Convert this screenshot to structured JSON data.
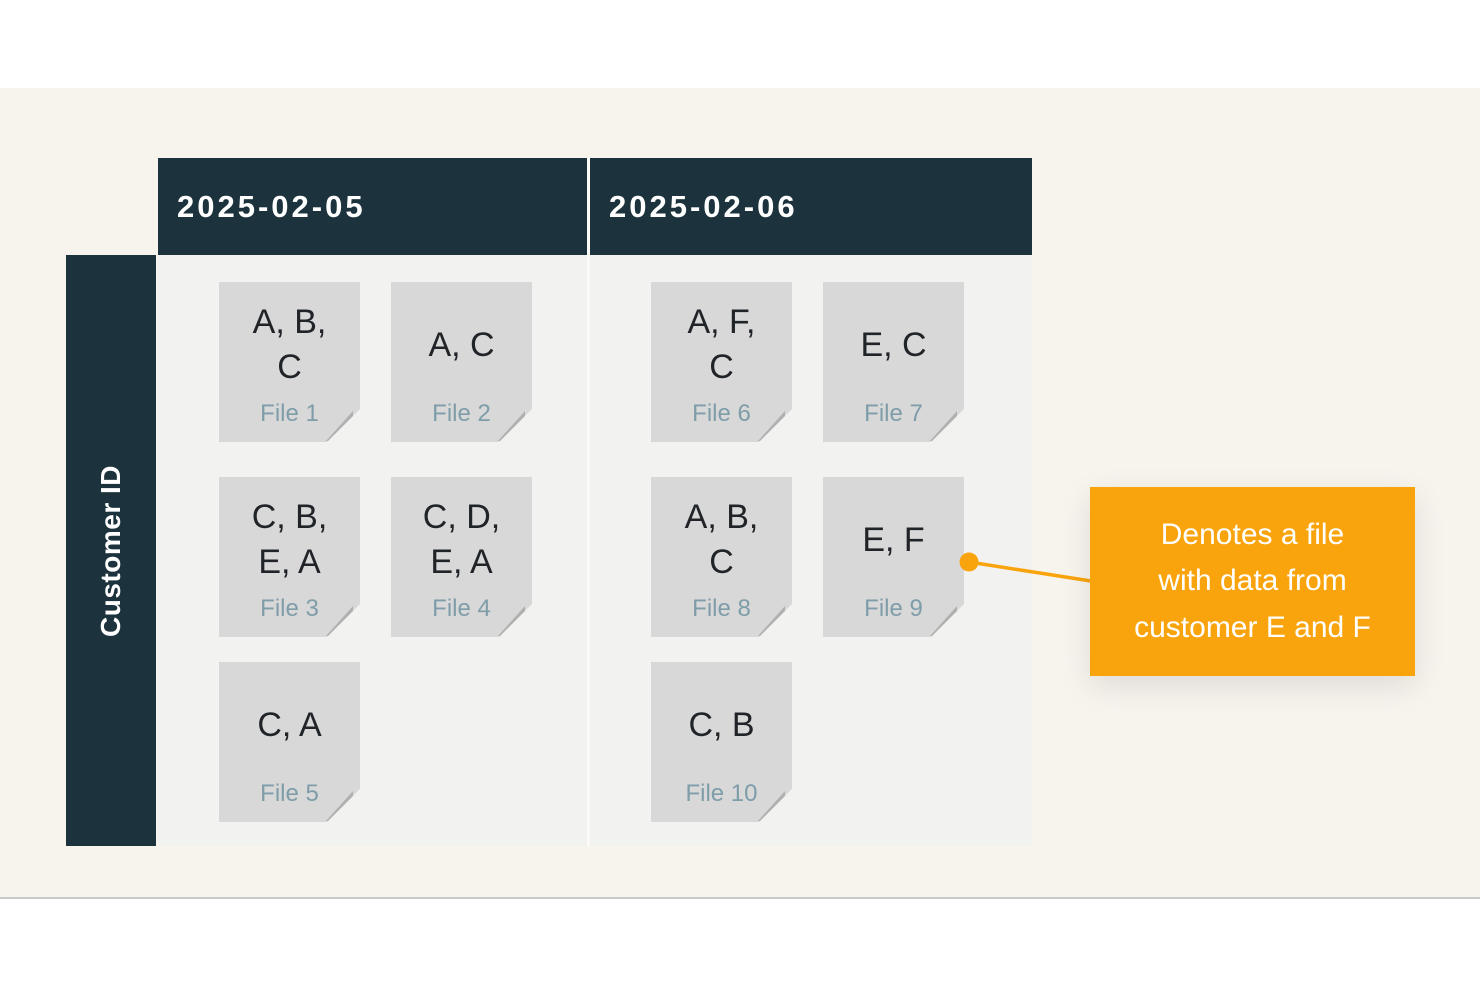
{
  "colors": {
    "teal": "#1C333D",
    "beige": "#F7F4EE",
    "panel": "#F2F2F1",
    "card": "#D8D8D8",
    "fold": "#B0B0B0",
    "file_label": "#7E9DA9",
    "orange": "#FAA40D",
    "ink": "#202327",
    "band_border": "#C9C9C9"
  },
  "row_axis": {
    "label": "Customer ID"
  },
  "columns": [
    {
      "date": "2025-02-05",
      "files": [
        {
          "name": "File 1",
          "customers": "A, B, C",
          "lines": [
            "A, B,",
            "C"
          ],
          "row": 0,
          "col": 0
        },
        {
          "name": "File 2",
          "customers": "A, C",
          "lines": [
            "A, C"
          ],
          "row": 0,
          "col": 1
        },
        {
          "name": "File 3",
          "customers": "C, B, E, A",
          "lines": [
            "C, B,",
            "E, A"
          ],
          "row": 1,
          "col": 0
        },
        {
          "name": "File 4",
          "customers": "C, D, E, A",
          "lines": [
            "C, D,",
            "E, A"
          ],
          "row": 1,
          "col": 1
        },
        {
          "name": "File 5",
          "customers": "C, A",
          "lines": [
            "C, A"
          ],
          "row": 2,
          "col": 0
        }
      ]
    },
    {
      "date": "2025-02-06",
      "files": [
        {
          "name": "File 6",
          "customers": "A, F, C",
          "lines": [
            "A, F,",
            "C"
          ],
          "row": 0,
          "col": 0
        },
        {
          "name": "File 7",
          "customers": "E, C",
          "lines": [
            "E, C"
          ],
          "row": 0,
          "col": 1
        },
        {
          "name": "File 8",
          "customers": "A, B, C",
          "lines": [
            "A, B,",
            "C"
          ],
          "row": 1,
          "col": 0
        },
        {
          "name": "File 9",
          "customers": "E, F",
          "lines": [
            "E, F"
          ],
          "row": 1,
          "col": 1
        },
        {
          "name": "File 10",
          "customers": "C, B",
          "lines": [
            "C, B"
          ],
          "row": 2,
          "col": 0
        }
      ]
    }
  ],
  "callout": {
    "text": "Denotes a file with data from customer E and F",
    "lines": [
      "Denotes a file",
      "with data from",
      "customer E and F"
    ],
    "target_file": "File 9"
  }
}
